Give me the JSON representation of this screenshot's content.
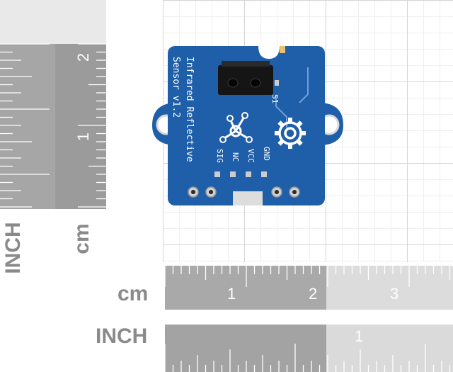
{
  "board": {
    "title_line1": "Infrared Reflective",
    "title_line2": "Sensor v1.2",
    "component_label": "S1",
    "pins": [
      "SIG",
      "NC",
      "VCC",
      "GND"
    ],
    "pcb_color": "#1f5ea8",
    "icons": [
      "grove-connector-logo",
      "gear-icon"
    ]
  },
  "rulers": {
    "vertical_inch_numbers": [
      "2",
      "1"
    ],
    "vertical_cm_label": "cm",
    "vertical_inch_label": "INCH",
    "horizontal_cm_label": "cm",
    "horizontal_cm_numbers": [
      "1",
      "2",
      "3"
    ],
    "horizontal_inch_label": "INCH",
    "horizontal_inch_numbers": [
      "1"
    ]
  }
}
